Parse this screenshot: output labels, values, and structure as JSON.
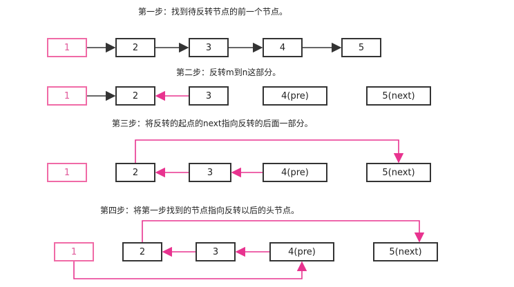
{
  "colors": {
    "black_arrow": "#333333",
    "pink_arrow": "#e8338f",
    "pink_node": "#f06aa6"
  },
  "steps": [
    {
      "title": "第一步：找到待反转节点的前一个节点。",
      "nodes": [
        {
          "id": "n1",
          "label": "1",
          "style": "pink"
        },
        {
          "id": "n2",
          "label": "2",
          "style": "normal"
        },
        {
          "id": "n3",
          "label": "3",
          "style": "normal"
        },
        {
          "id": "n4",
          "label": "4",
          "style": "normal"
        },
        {
          "id": "n5",
          "label": "5",
          "style": "normal"
        }
      ]
    },
    {
      "title": "第二步：反转m到n这部分。",
      "nodes": [
        {
          "id": "n1",
          "label": "1",
          "style": "pink"
        },
        {
          "id": "n2",
          "label": "2",
          "style": "normal"
        },
        {
          "id": "n3",
          "label": "3",
          "style": "normal"
        },
        {
          "id": "n4",
          "label": "4(pre)",
          "style": "normal"
        },
        {
          "id": "n5",
          "label": "5(next)",
          "style": "normal"
        }
      ]
    },
    {
      "title": "第三步：将反转的起点的next指向反转的后面一部分。",
      "nodes": [
        {
          "id": "n1",
          "label": "1",
          "style": "pink"
        },
        {
          "id": "n2",
          "label": "2",
          "style": "normal"
        },
        {
          "id": "n3",
          "label": "3",
          "style": "normal"
        },
        {
          "id": "n4",
          "label": "4(pre)",
          "style": "normal"
        },
        {
          "id": "n5",
          "label": "5(next)",
          "style": "normal"
        }
      ]
    },
    {
      "title": "第四步：将第一步找到的节点指向反转以后的头节点。",
      "nodes": [
        {
          "id": "n1",
          "label": "1",
          "style": "pink"
        },
        {
          "id": "n2",
          "label": "2",
          "style": "normal"
        },
        {
          "id": "n3",
          "label": "3",
          "style": "normal"
        },
        {
          "id": "n4",
          "label": "4(pre)",
          "style": "normal"
        },
        {
          "id": "n5",
          "label": "5(next)",
          "style": "normal"
        }
      ]
    }
  ]
}
